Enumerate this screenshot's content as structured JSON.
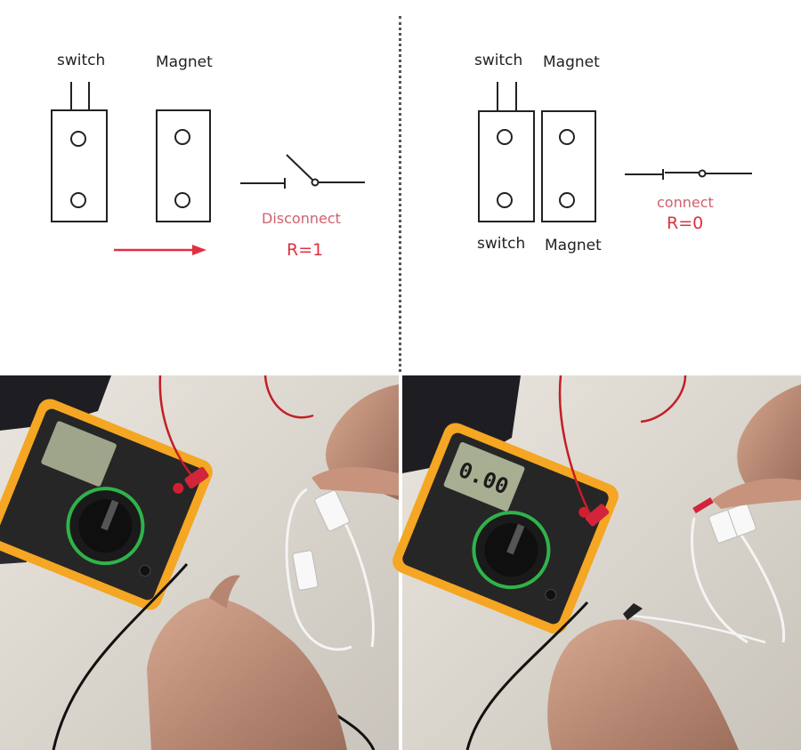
{
  "left": {
    "switch_label": "switch",
    "magnet_label": "Magnet",
    "state_label": "Disconnect",
    "resistance_label": "R=1"
  },
  "right": {
    "switch_label_top": "switch",
    "magnet_label_top": "Magnet",
    "switch_label_bottom": "switch",
    "magnet_label_bottom": "Magnet",
    "state_label": "connect",
    "resistance_label": "R=0"
  },
  "photos": {
    "left_display": "",
    "right_display": "0.00"
  },
  "colors": {
    "accent_red": "#e03040",
    "state_pink": "#d0606e",
    "meter_yellow": "#f5a623"
  }
}
